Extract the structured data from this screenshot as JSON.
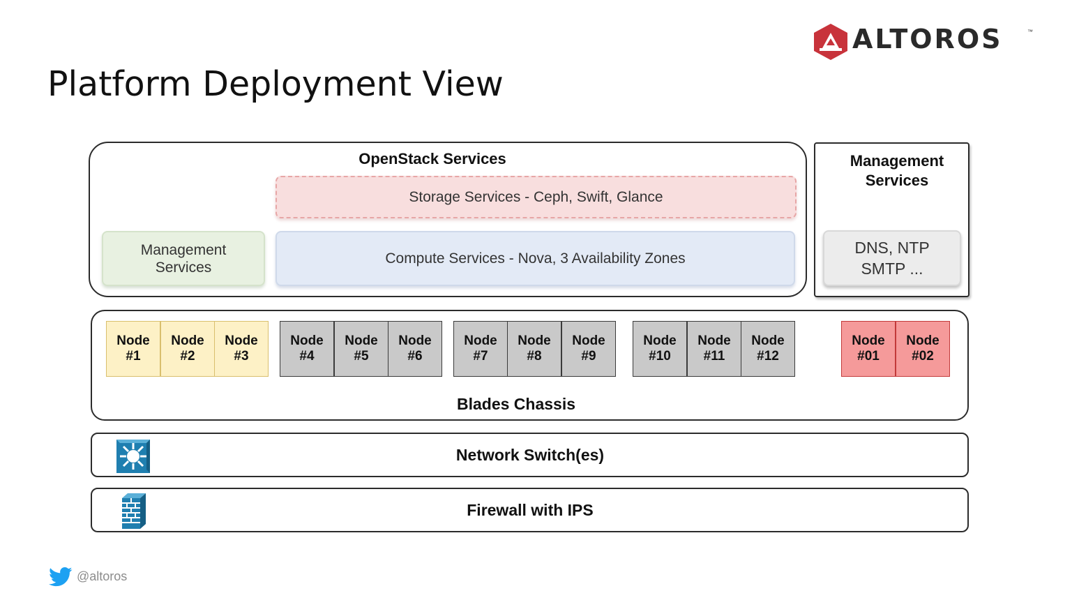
{
  "slide": {
    "title": "Platform Deployment View",
    "brand": "ALTOROS",
    "brand_tm": "™",
    "twitter_handle": "@altoros"
  },
  "openstack": {
    "title": "OpenStack Services",
    "storage": "Storage Services - Ceph, Swift, Glance",
    "compute": "Compute Services - Nova, 3 Availability Zones",
    "management_line1": "Management",
    "management_line2": "Services"
  },
  "management_panel": {
    "title_line1": "Management",
    "title_line2": "Services",
    "services_line1": "DNS, NTP",
    "services_line2": "SMTP ..."
  },
  "chassis": {
    "label": "Blades Chassis",
    "nodes": [
      {
        "l1": "Node",
        "l2": "#1",
        "color": "yellow"
      },
      {
        "l1": "Node",
        "l2": "#2",
        "color": "yellow"
      },
      {
        "l1": "Node",
        "l2": "#3",
        "color": "yellow"
      },
      {
        "l1": "Node",
        "l2": "#4",
        "color": "grey"
      },
      {
        "l1": "Node",
        "l2": "#5",
        "color": "grey"
      },
      {
        "l1": "Node",
        "l2": "#6",
        "color": "grey"
      },
      {
        "l1": "Node",
        "l2": "#7",
        "color": "grey"
      },
      {
        "l1": "Node",
        "l2": "#8",
        "color": "grey"
      },
      {
        "l1": "Node",
        "l2": "#9",
        "color": "grey"
      },
      {
        "l1": "Node",
        "l2": "#10",
        "color": "grey"
      },
      {
        "l1": "Node",
        "l2": "#11",
        "color": "grey"
      },
      {
        "l1": "Node",
        "l2": "#12",
        "color": "grey"
      },
      {
        "l1": "Node",
        "l2": "#01",
        "color": "red"
      },
      {
        "l1": "Node",
        "l2": "#02",
        "color": "red"
      }
    ]
  },
  "network": {
    "label": "Network Switch(es)",
    "icon": "network-switch-icon"
  },
  "firewall": {
    "label": "Firewall with IPS",
    "icon": "firewall-icon"
  },
  "colors": {
    "brand_red": "#c8333b",
    "node_yellow": "#fdf1c6",
    "node_grey": "#c9c9c9",
    "node_red": "#f59a9a",
    "icon_blue": "#1f7fb0"
  }
}
